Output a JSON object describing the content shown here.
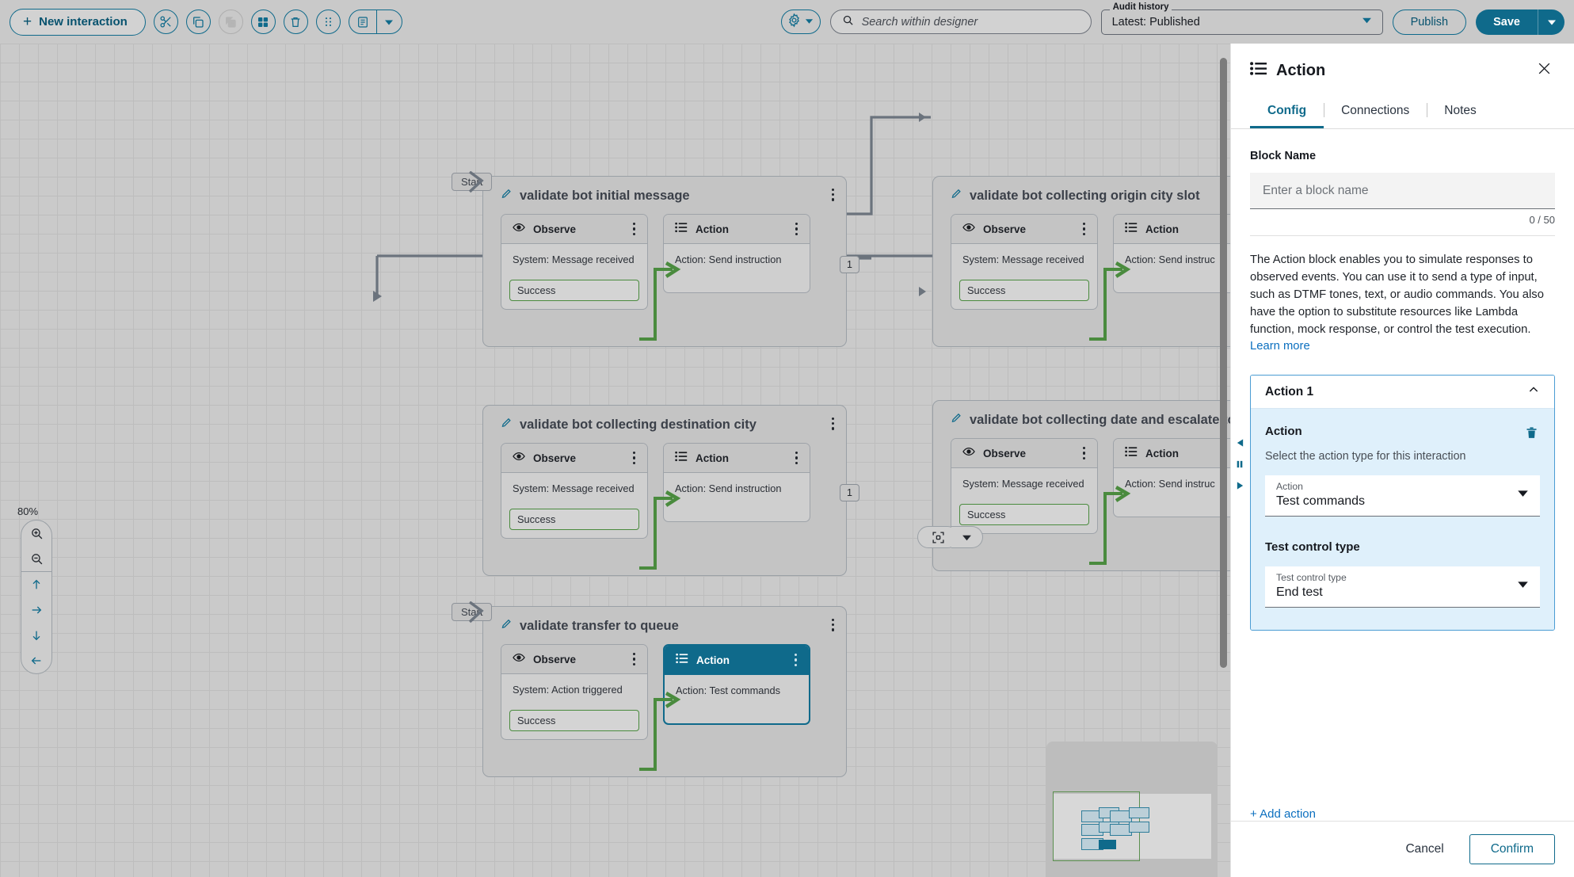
{
  "toolbar": {
    "new_interaction_label": "New interaction",
    "icons": [
      "cut-icon",
      "copy-icon",
      "paste-icon",
      "apps-grid-icon",
      "trash-icon",
      "drag-dots-icon",
      "notes-icon",
      "caret-down-icon"
    ],
    "settings_icon": "gear-icon",
    "search": {
      "placeholder": "Search within designer",
      "value": "",
      "icon": "search-icon"
    },
    "audit_history": {
      "label": "Audit history",
      "value": "Latest: Published"
    },
    "publish_label": "Publish",
    "save_label": "Save"
  },
  "canvas": {
    "zoom_level": "80%",
    "zoom_controls": [
      "zoom-in-icon",
      "zoom-out-icon",
      "pan-up-icon",
      "pan-right-icon",
      "pan-down-icon",
      "pan-left-icon"
    ],
    "fit_icon": "fit-to-screen-icon",
    "start_label": "Start",
    "connector_badges": [
      "1",
      "1"
    ],
    "cards": [
      {
        "title": "validate bot initial message",
        "has_start": true,
        "nodes": [
          {
            "type": "Observe",
            "icon": "eye-icon",
            "body": "System: Message received",
            "output": "Success"
          },
          {
            "type": "Action",
            "icon": "list-icon",
            "body": "Action: Send instruction",
            "selected": false
          }
        ]
      },
      {
        "title": "validate bot collecting origin city slot",
        "has_start": false,
        "nodes": [
          {
            "type": "Observe",
            "icon": "eye-icon",
            "body": "System: Message received",
            "output": "Success"
          },
          {
            "type": "Action",
            "icon": "list-icon",
            "body": "Action: Send instruc",
            "selected": false
          }
        ]
      },
      {
        "title": "validate bot collecting destination city",
        "has_start": false,
        "nodes": [
          {
            "type": "Observe",
            "icon": "eye-icon",
            "body": "System: Message received",
            "output": "Success"
          },
          {
            "type": "Action",
            "icon": "list-icon",
            "body": "Action: Send instruction",
            "selected": false
          }
        ]
      },
      {
        "title": "validate bot collecting date and escalate to",
        "has_start": false,
        "nodes": [
          {
            "type": "Observe",
            "icon": "eye-icon",
            "body": "System: Message received",
            "output": "Success"
          },
          {
            "type": "Action",
            "icon": "list-icon",
            "body": "Action: Send instruc",
            "selected": false
          }
        ]
      },
      {
        "title": "validate transfer to queue",
        "has_start": true,
        "nodes": [
          {
            "type": "Observe",
            "icon": "eye-icon",
            "body": "System: Action triggered",
            "output": "Success"
          },
          {
            "type": "Action",
            "icon": "list-icon",
            "body": "Action: Test commands",
            "selected": true
          }
        ]
      }
    ]
  },
  "panel": {
    "title": "Action",
    "title_icon": "list-icon",
    "close_icon": "close-icon",
    "tabs": [
      {
        "label": "Config",
        "active": true
      },
      {
        "label": "Connections",
        "active": false
      },
      {
        "label": "Notes",
        "active": false
      }
    ],
    "block_name": {
      "label": "Block Name",
      "value": "",
      "placeholder": "Enter a block name",
      "counter": "0 / 50"
    },
    "description": "The Action block enables you to simulate responses to observed events. You can use it to send a type of input, such as DTMF tones, text, or audio commands. You also have the option to substitute resources like Lambda function, mock response, or control the test execution. ",
    "learn_more": "Learn more",
    "accordion": {
      "header": "Action 1",
      "expanded": true,
      "collapse_icon": "chevron-up-icon",
      "delete_icon": "trash-icon",
      "section_title": "Action",
      "section_subtitle": "Select the action type for this interaction",
      "action_field": {
        "label": "Action",
        "value": "Test commands"
      },
      "test_control_title": "Test control type",
      "test_control_field": {
        "label": "Test control type",
        "value": "End test"
      }
    },
    "add_action_label": "+ Add action",
    "cancel_label": "Cancel",
    "confirm_label": "Confirm",
    "collapse_handle_icons": [
      "arrow-left-icon",
      "pause-bars-icon",
      "arrow-right-icon"
    ]
  },
  "colors": {
    "accent": "#0f6a8b",
    "link": "#0b6fbf",
    "success_outline": "#4a8b3e",
    "accordion_bg": "#dff0fb",
    "canvas_bg": "#cacaca"
  }
}
